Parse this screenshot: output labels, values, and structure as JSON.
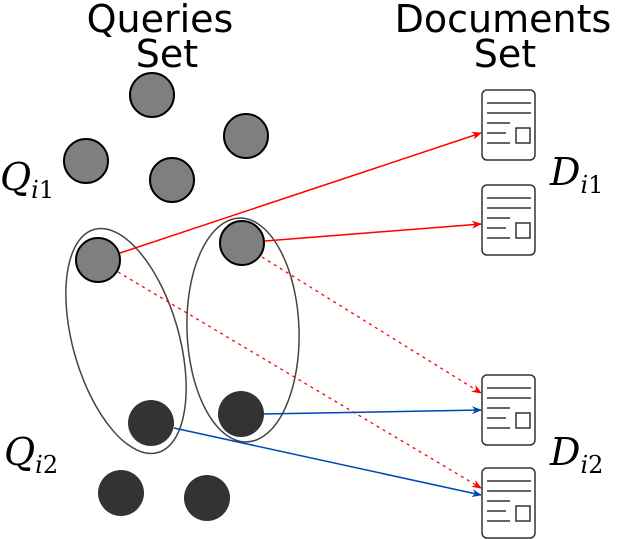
{
  "titles": {
    "queries": [
      "Queries",
      "Set"
    ],
    "documents": [
      "Documents",
      "Set"
    ]
  },
  "labels": {
    "q1": {
      "main": "Q",
      "sub_i": "i",
      "sub_n": "1"
    },
    "q2": {
      "main": "Q",
      "sub_i": "i",
      "sub_n": "2"
    },
    "d1": {
      "main": "D",
      "sub_i": "i",
      "sub_n": "1"
    },
    "d2": {
      "main": "D",
      "sub_i": "i",
      "sub_n": "2"
    }
  },
  "colors": {
    "query_group1": "#7f7f7f",
    "query_group2": "#333333",
    "positive_link": "#ff0000",
    "negative_link": "#0047b3",
    "dashed_link": "#ff0000"
  },
  "icons": {
    "document": "document-icon"
  }
}
